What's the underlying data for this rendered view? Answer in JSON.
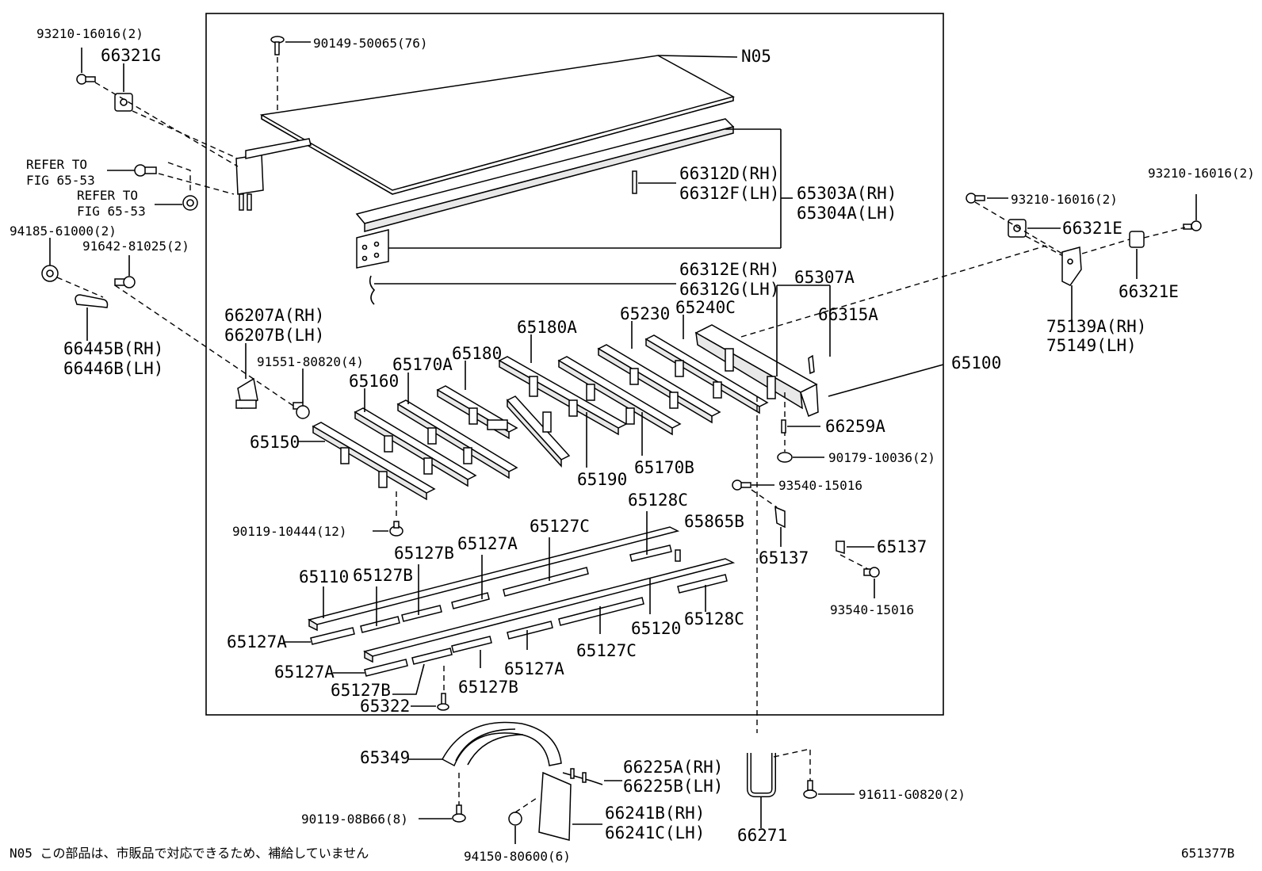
{
  "labels": {
    "l0": "93210-16016(2)",
    "l1": "66321G",
    "l2": "REFER TO",
    "l3": "FIG 65-53",
    "l4": "REFER TO",
    "l5": "FIG 65-53",
    "l6": "94185-61000(2)",
    "l7": "91642-81025(2)",
    "l8": "66445B(RH)",
    "l9": "66446B(LH)",
    "l10": "90149-50065(76)",
    "l11": "N05",
    "l12": "66312D(RH)",
    "l13": "66312F(LH)",
    "l14": "65303A(RH)",
    "l15": "65304A(LH)",
    "l16": "66312E(RH)",
    "l17": "66312G(LH)",
    "l18": "65307A",
    "l19": "66315A",
    "l20": "66207A(RH)",
    "l21": "66207B(LH)",
    "l22": "91551-80820(4)",
    "l23": "65180A",
    "l24": "65230",
    "l25": "65240C",
    "l26": "65180",
    "l27": "65170A",
    "l28": "65160",
    "l29": "65150",
    "l30": "65190",
    "l31": "65170B",
    "l32": "65100",
    "l33": "66259A",
    "l34": "90179-10036(2)",
    "l35": "93540-15016",
    "l36": "65137",
    "l37": "65137",
    "l38": "93540-15016",
    "l39": "90119-10444(12)",
    "l40": "65128C",
    "l41": "65865B",
    "l42": "65127C",
    "l43": "65127A",
    "l44": "65127B",
    "l45": "65127B",
    "l46": "65110",
    "l47": "65128C",
    "l48": "65120",
    "l49": "65127A",
    "l50": "65127C",
    "l51": "65127A",
    "l52": "65127A",
    "l53": "65127B",
    "l54": "65127B",
    "l55": "65322",
    "l56": "",
    "l57": "93210-16016(2)",
    "l58": "66321E",
    "l59": "93210-16016(2)",
    "l60": "66321E",
    "l61": "75139A(RH)",
    "l62": "75149(LH)",
    "l63": "65349",
    "l64": "66225A(RH)",
    "l65": "66225B(LH)",
    "l66": "90119-08B66(8)",
    "l67": "66241B(RH)",
    "l68": "66241C(LH)",
    "l69": "94150-80600(6)",
    "l70": "66271",
    "l71": "91611-G0820(2)"
  },
  "footnote": "N05 この部品は、市販品で対応できるため、補給していません",
  "figure_number": "651377B"
}
